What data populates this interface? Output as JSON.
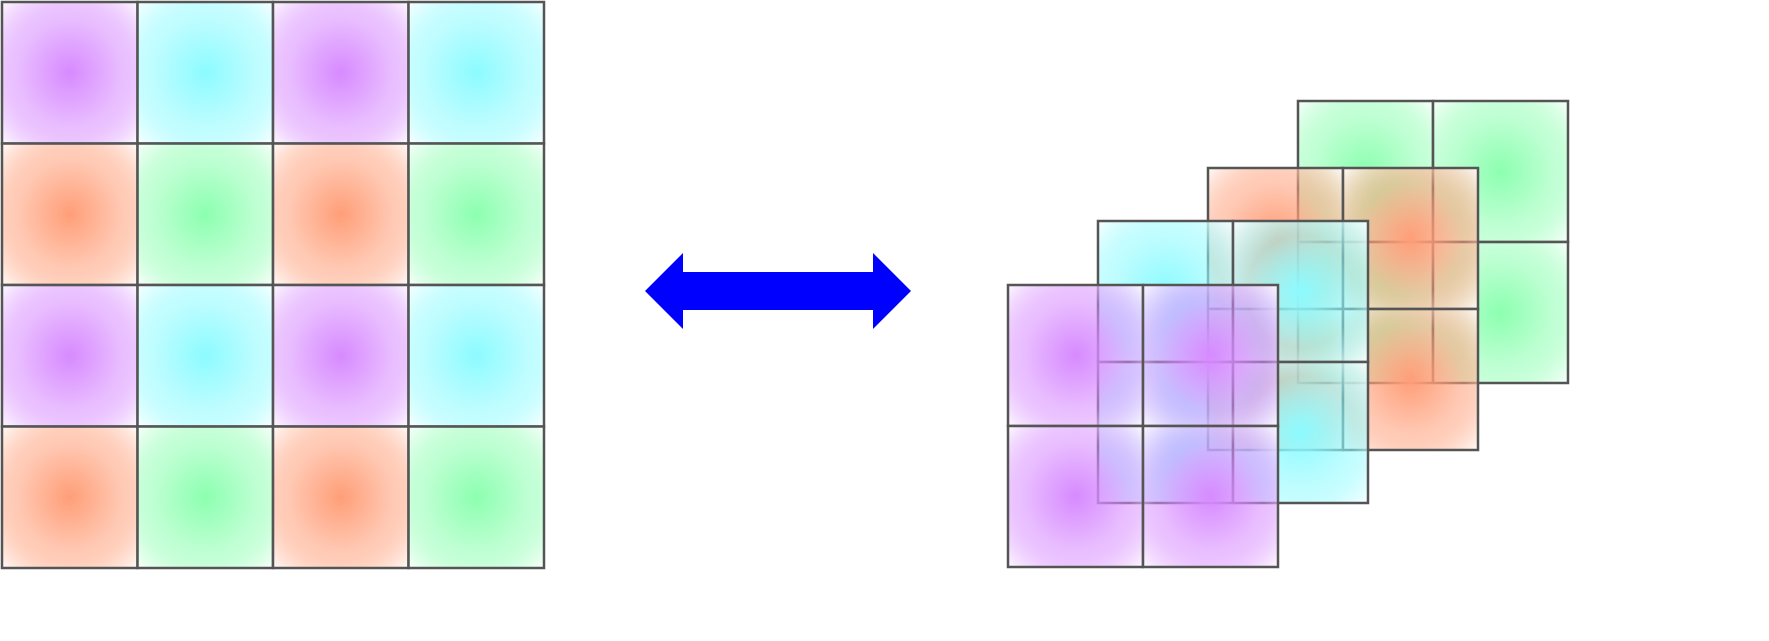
{
  "colors": {
    "purple": "#d78aff",
    "cyan": "#8cfbff",
    "salmon": "#ff9e78",
    "green": "#8cffb0",
    "outline": "#555555",
    "arrow": "#0000ff"
  },
  "mosaic": {
    "rows": [
      [
        "purple",
        "cyan",
        "purple",
        "cyan"
      ],
      [
        "salmon",
        "green",
        "salmon",
        "green"
      ],
      [
        "purple",
        "cyan",
        "purple",
        "cyan"
      ],
      [
        "salmon",
        "green",
        "salmon",
        "green"
      ]
    ]
  },
  "arrow": {
    "icon": "double-headed-arrow-icon",
    "direction": "both"
  },
  "channel_stack": {
    "layers_back_to_front": [
      "green",
      "salmon",
      "cyan",
      "purple"
    ],
    "cells_per_side": 2
  }
}
